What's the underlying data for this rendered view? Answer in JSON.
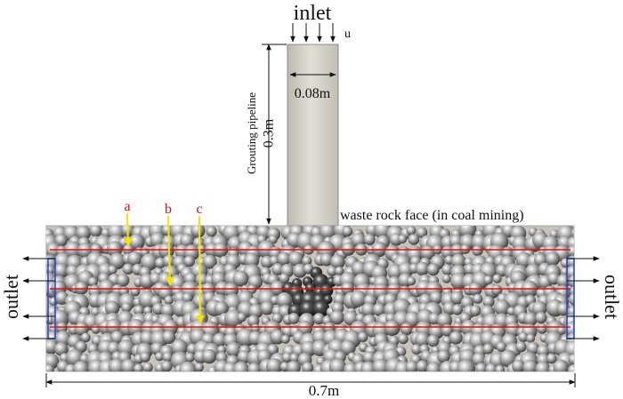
{
  "labels": {
    "inlet": "inlet",
    "u": "u",
    "pipe_diameter": "0.08m",
    "pipe_name": "Grouting pipeline",
    "pipe_length": "0.3m",
    "face": "waste rock face (in coal mining)",
    "outlet_left": "outlet",
    "outlet_right": "outlet",
    "width": "0.7m"
  },
  "probes": [
    {
      "id": "a",
      "label": "a"
    },
    {
      "id": "b",
      "label": "b"
    },
    {
      "id": "c",
      "label": "c"
    }
  ],
  "colors": {
    "probe_label": "#d21414",
    "probe_arrow": "#f2e600",
    "sample_line": "#e01010",
    "outlet_frame": "#2f49c8",
    "pipe_fill": "#d6d2ca",
    "box_fill": "#c8c4bc"
  }
}
